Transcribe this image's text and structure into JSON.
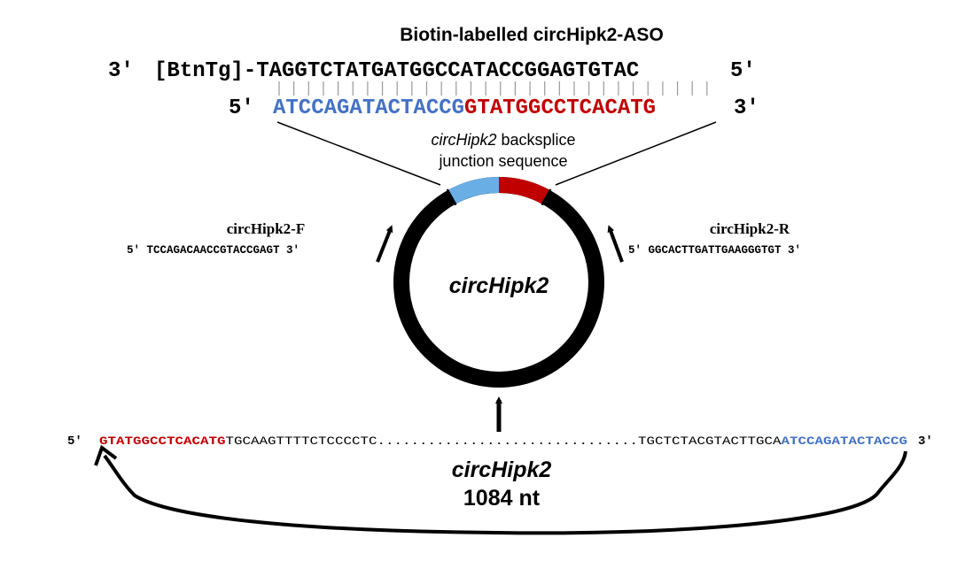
{
  "aso": {
    "title": "Biotin-labelled circHipk2-ASO",
    "end_left": "3′",
    "tag": "[BtnTg]-",
    "sequence": "TAGGTCTATGATGGCCATACCGGAGTGTAC",
    "end_right": "5′"
  },
  "target": {
    "end_left": "5′",
    "blue_part": "ATCCAGATACTACCG",
    "red_part": "GTATGGCCTCACATG",
    "end_right": "3′"
  },
  "junction_label": {
    "italic": "circHipk2",
    "rest": " backsplice",
    "line2": "junction sequence"
  },
  "circle_label": "circHipk2",
  "primer_f": {
    "name": "circHipk2-F",
    "sequence": "5′ TCCAGACAACCGTACCGAGT 3′"
  },
  "primer_r": {
    "name": "circHipk2-R",
    "sequence": "5′ GGCACTTGATTGAAGGGTGT 3′"
  },
  "linear": {
    "end_left": "5′",
    "red_part": "GTATGGCCTCACATG",
    "mid1": "TGCAAGTTTTCTCCCCTC",
    "dots": "...............................",
    "mid2": "TGCTCTACGTACTTGCA",
    "blue_part": "ATCCAGATACTACCG",
    "end_right": "3′",
    "name": "circHipk2",
    "length": "1084 nt"
  },
  "colors": {
    "red": "#c00000",
    "blue": "#4472c4",
    "light_blue": "#6aaee6",
    "black": "#000000",
    "tick_gray": "#999999"
  }
}
